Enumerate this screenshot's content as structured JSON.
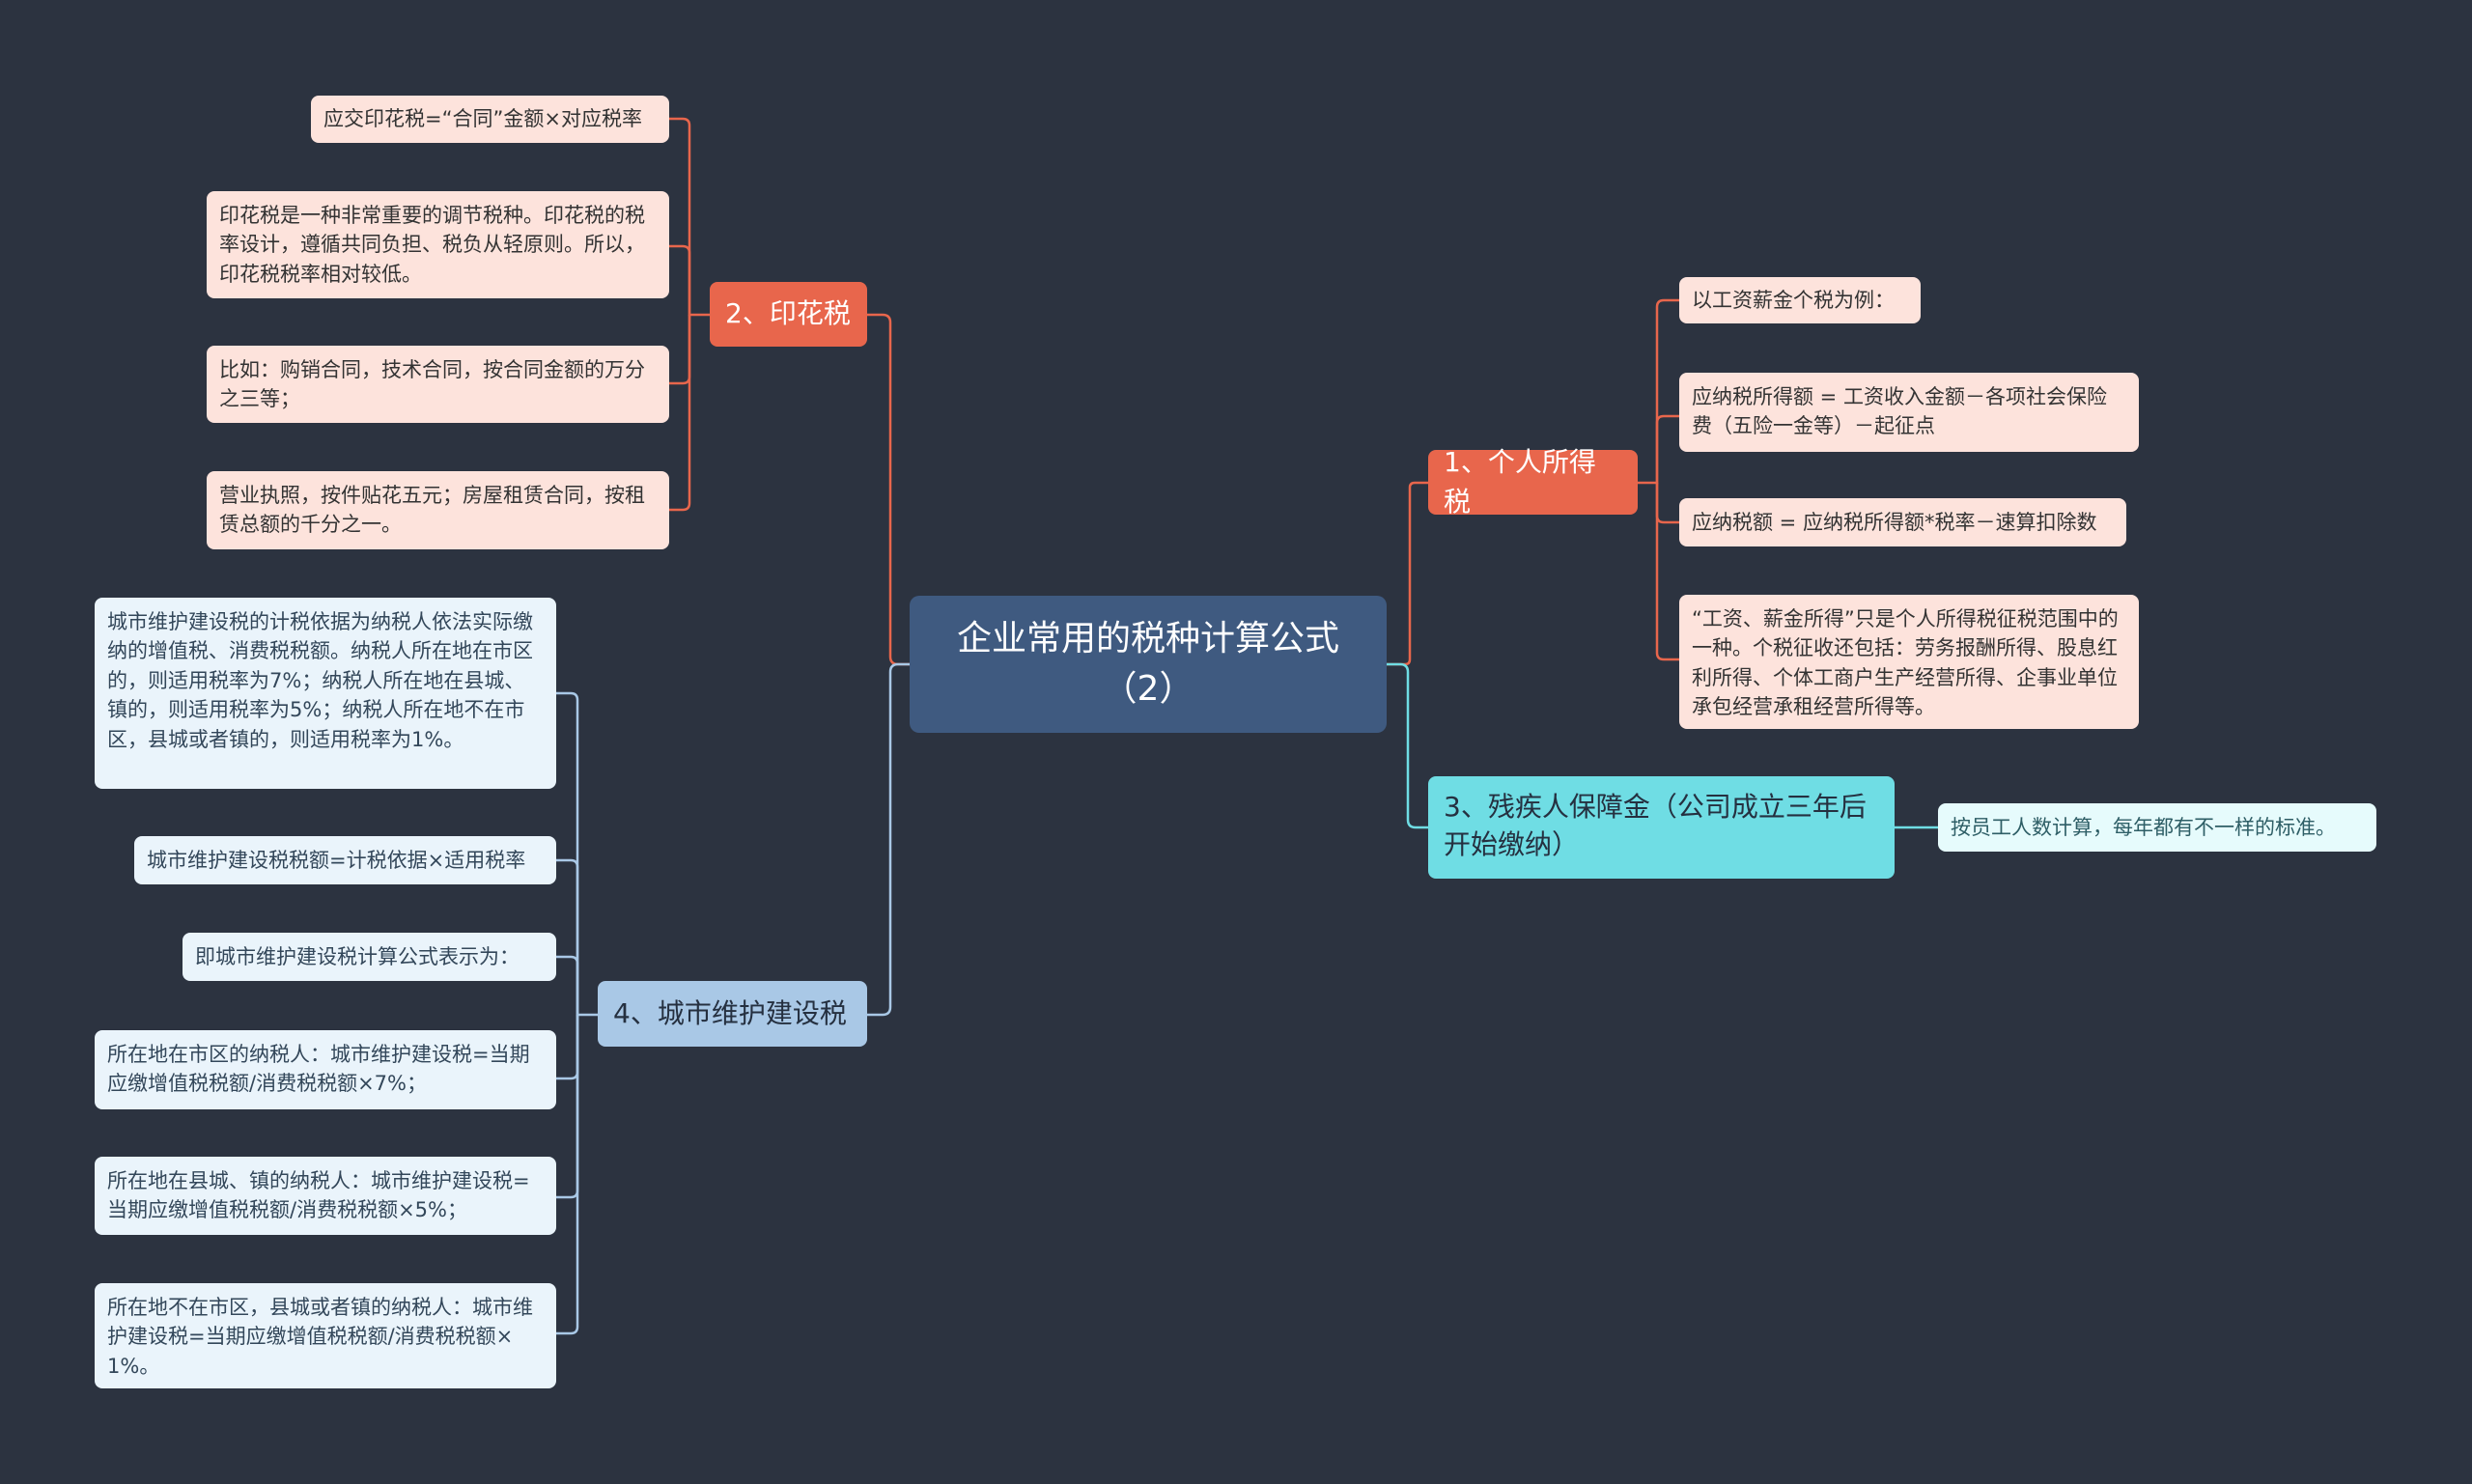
{
  "root": {
    "title": "企业常用的税种计算公式（2）"
  },
  "colors": {
    "background": "#2c3340",
    "root": "#3f5a80",
    "red_branch": "#e8664c",
    "cyan_branch": "#6fdde4",
    "blue_branch": "#a9c8e6"
  },
  "branches": {
    "income_tax": {
      "label": "1、个人所得税",
      "items": [
        "以工资薪金个税为例：",
        "应纳税所得额 = 工资收入金额－各项社会保险费（五险一金等）－起征点",
        "应纳税额 = 应纳税所得额*税率－速算扣除数",
        "“工资、薪金所得”只是个人所得税征税范围中的一种。个税征收还包括：劳务报酬所得、股息红利所得、个体工商户生产经营所得、企事业单位承包经营承租经营所得等。"
      ]
    },
    "stamp_tax": {
      "label": "2、印花税",
      "items": [
        "应交印花税=“合同”金额×对应税率",
        "印花税是一种非常重要的调节税种。印花税的税率设计，遵循共同负担、税负从轻原则。所以，印花税税率相对较低。",
        "比如：购销合同，技术合同，按合同金额的万分之三等；",
        "营业执照，按件贴花五元；房屋租赁合同，按租赁总额的千分之一。"
      ]
    },
    "disability_fund": {
      "label": "3、残疾人保障金（公司成立三年后开始缴纳）",
      "items": [
        "按员工人数计算，每年都有不一样的标准。"
      ]
    },
    "urban_tax": {
      "label": "4、城市维护建设税",
      "items": [
        "城市维护建设税的计税依据为纳税人依法实际缴纳的增值税、消费税税额。纳税人所在地在市区的，则适用税率为7%；纳税人所在地在县城、镇的，则适用税率为5%；纳税人所在地不在市区，县城或者镇的，则适用税率为1%。",
        "城市维护建设税税额=计税依据×适用税率",
        "即城市维护建设税计算公式表示为：",
        "所在地在市区的纳税人：城市维护建设税=当期应缴增值税税额/消费税税额×7%；",
        "所在地在县城、镇的纳税人：城市维护建设税=当期应缴增值税税额/消费税税额×5%；",
        "所在地不在市区，县城或者镇的纳税人：城市维护建设税=当期应缴增值税税额/消费税税额×1%。"
      ]
    }
  }
}
